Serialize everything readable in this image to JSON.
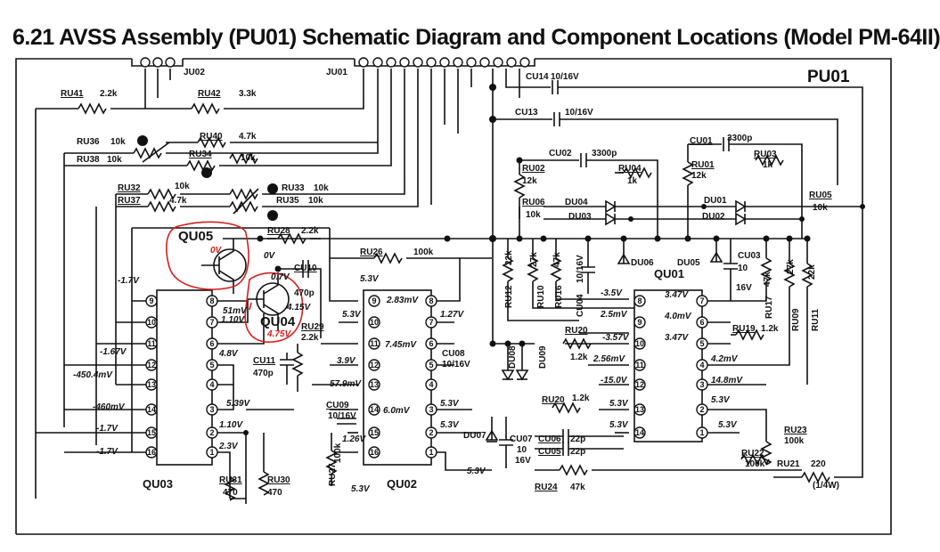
{
  "title": "6.21  AVSS Assembly (PU01) Schematic Diagram and Component Locations (Model PM-64II)",
  "board": "PU01",
  "connectors": [
    "JU02",
    "JU01"
  ],
  "ics": [
    "QU03",
    "QU02",
    "QU01"
  ],
  "transistors": [
    "QU05",
    "QU04"
  ],
  "resistors": {
    "RU41": "RU41",
    "RU41v": "2.2k",
    "RU42": "RU42",
    "RU42v": "3.3k",
    "RU36": "RU36",
    "RU36v": "10k",
    "RU38": "RU38",
    "RU38v": "10k",
    "RU40": "RU40",
    "RU40v": "4.7k",
    "RU34": "RU34",
    "RU34v": "10k",
    "RU32": "RU32",
    "RU32v": "10k",
    "RU37": "RU37",
    "RU37v": "4.7k",
    "RU33": "RU33",
    "RU33v": "10k",
    "RU35": "RU35",
    "RU35v": "10k",
    "RU28": "RU28",
    "RU28v": "2.2k",
    "RU26": "RU26",
    "RU26v": "100k",
    "RU29": "RU29",
    "RU29v": "2.2k",
    "RU02": "RU02",
    "RU02v": "12k",
    "RU04": "RU04",
    "RU04v": "1k",
    "RU01": "RU01",
    "RU01v": "12k",
    "RU03": "RU03",
    "RU03v": "1k",
    "RU06": "RU06",
    "RU06v": "10k",
    "RU05": "RU05",
    "RU05v": "10k",
    "RU12": "RU12",
    "RU12v": "22k",
    "RU10": "RU10",
    "RU10v": "27k",
    "RU16": "RU16",
    "RU16v": "47k",
    "RU17": "RU17",
    "RU17v": "47k",
    "RU09": "RU09",
    "RU09v": "27k",
    "RU11": "RU11",
    "RU11v": "22k",
    "RU20": "RU20",
    "RU20v": "1.2k",
    "RU19": "RU19",
    "RU19v": "1.2k",
    "RU23": "RU23",
    "RU23v": "100k",
    "RU22": "RU22",
    "RU22v": "100k",
    "RU21": "RU21",
    "RU21v": "220",
    "RU21n": "(1/4W)",
    "RU24": "RU24",
    "RU24v": "47k",
    "RU27": "RU27",
    "RU27v": "100k",
    "RU31": "RU31",
    "RU31v": "470",
    "RU30": "RU30",
    "RU30v": "470"
  },
  "capacitors": {
    "CU14": "CU14",
    "CU14v": "10/16V",
    "CU13": "CU13",
    "CU13v": "10/16V",
    "CU02": "CU02",
    "CU02v": "3300p",
    "CU01": "CU01",
    "CU01v": "3300p",
    "CU10": "CU10",
    "CU10v": "470p",
    "CU11": "CU11",
    "CU11v": "470p",
    "CU08": "CU08",
    "CU08v": "10/16V",
    "CU09": "CU09",
    "CU09v": "10/16V",
    "CU04": "CU04",
    "CU04v": "10/16V",
    "CU03": "CU03",
    "CU03v": "10",
    "CU03v2": "16V",
    "CU07": "CU07",
    "CU07v": "10",
    "CU07v2": "16V",
    "CU06": "CU06",
    "CU06v": "22p",
    "CU05": "CU05",
    "CU05v": "22p"
  },
  "diodes": [
    "DU04",
    "DU03",
    "DU01",
    "DU02",
    "DU06",
    "DU05",
    "DU08",
    "DU09",
    "DU07"
  ],
  "voltages": {
    "qu05_base": "0V",
    "qu05_emit": "0V",
    "qu04_a": "0.7V",
    "qu04_b": "4.15V",
    "qu04_c": "4.75V",
    "qu03_l9": "-1.7V",
    "qu03_r8": "51mV",
    "qu03_r7": "1.10V",
    "qu03_r5": "4.8V",
    "qu03_l11": "-1.67V",
    "qu03_l12": "-450.4mV",
    "qu03_l14": "-460mV",
    "qu03_l15": "-1.7V",
    "qu03_l16": "-1.7V",
    "qu03_r3": "5.39V",
    "qu03_r2": "1.10V",
    "qu03_r1": "2.3V",
    "qu02_r9": "5.3V",
    "qu02_r8": "2.83mV",
    "qu02_l10": "5.3V",
    "qu02_r7": "1.27V",
    "qu02_r6": "7.45mV",
    "qu02_l12": "3.9V",
    "qu02_l13": "57.9mV",
    "qu02_l14": "6.0mV",
    "qu02_r3": "5.3V",
    "qu02_r2": "5.3V",
    "qu02_l16": "1.26V",
    "qu02_bot": "5.3V",
    "du07_v": "5.3V",
    "qu01_l8": "-3.5V",
    "qu01_l9": "2.5mV",
    "qu01_l10": "-3.57V",
    "qu01_l11": "2.56mV",
    "qu01_l12": "-15.0V",
    "qu01_l13": "5.3V",
    "qu01_l14": "5.3V",
    "qu01_r7": "3.47V",
    "qu01_r6": "4.0mV",
    "qu01_r5": "3.47V",
    "qu01_r4": "4.2mV",
    "qu01_r3": "14.8mV",
    "qu01_r2": "5.3V",
    "qu01_r1": "5.3V"
  },
  "colors": {
    "ink": "#111111",
    "annotation": "#d42020",
    "paper": "#ffffff"
  }
}
